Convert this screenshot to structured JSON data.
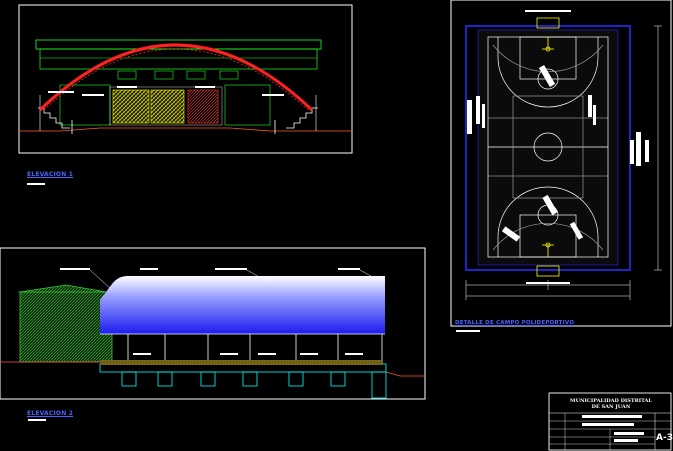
{
  "labels": {
    "elevacion_1": "ELEVACION 1",
    "elevacion_2": "ELEVACION 2",
    "detalle": "DETALLE DE CAMPO POLIDEPORTIVO"
  },
  "title_block": {
    "line1": "MUNICIPALIDAD DISTRITAL",
    "line2": "DE SAN JUAN",
    "sheet": "A-3"
  },
  "colors": {
    "background": "#000000",
    "frame": "#ffffff",
    "label": "#4a63ff",
    "structure": "#00ff00",
    "arch": "#ff2020",
    "court": "#ffffff",
    "court_border": "#2a2aff",
    "roof_gradient_top": "#ffffff",
    "roof_gradient_bottom": "#2222ff",
    "foundation": "#00ffff",
    "ground": "#ff5a2a",
    "hatch": "#ffff00"
  }
}
